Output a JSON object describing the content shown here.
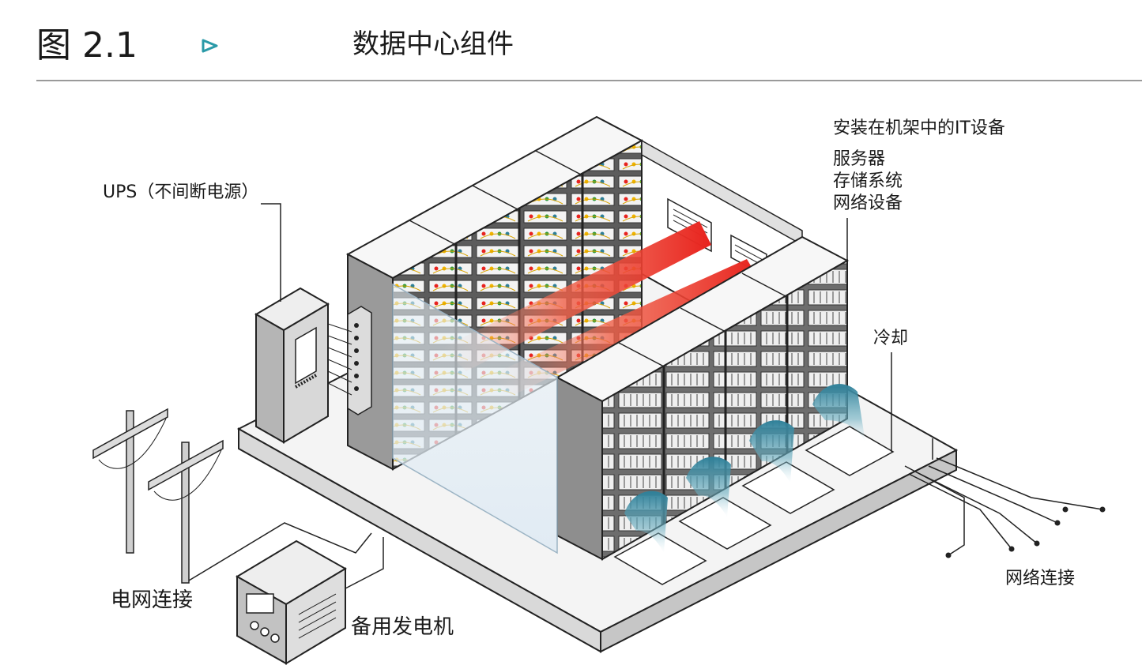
{
  "header": {
    "figure_number": "图 2.1",
    "title": "数据中心组件"
  },
  "labels": {
    "ups": "UPS（不间断电源）",
    "it_equipment": "安装在机架中的IT设备",
    "it_items": [
      "服务器",
      "存储系统",
      "网络设备"
    ],
    "cooling": "冷却",
    "grid": "电网连接",
    "generator": "备用发电机",
    "network": "网络连接"
  },
  "colors": {
    "accent": "#2a9aa8",
    "hot_air": "#e8231e",
    "cool_air": "#2e7f98",
    "rule": "#9a9a9a"
  },
  "icons": {
    "figure_marker": "triangle-right-icon"
  }
}
